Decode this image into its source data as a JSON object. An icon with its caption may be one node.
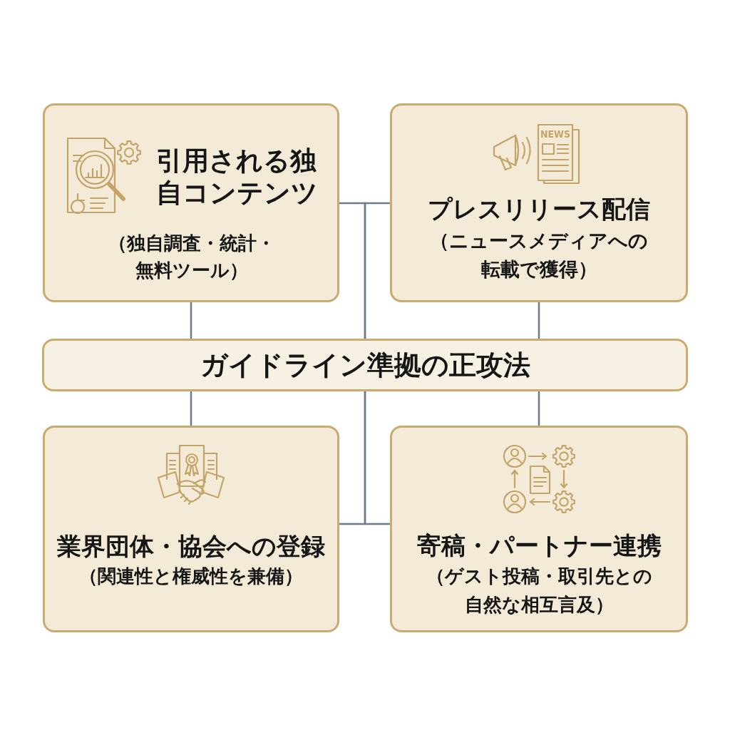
{
  "diagram": {
    "nodes": [
      {
        "text": [
          "引用される独自コンテンツ",
          "（独自調査・統計・無料ツール）"
        ]
      },
      {
        "text": [
          "プレスリリース配信",
          "（ニュースメディアへの転載で獲得）"
        ]
      },
      {
        "text": [
          "ガイドライン準拠の正攻法"
        ]
      },
      {
        "text": [
          "業界団体・協会への登録",
          "（関連性と権威性を兼備）"
        ]
      },
      {
        "text": [
          "寄稿・パートナー連携",
          "（ゲスト投稿・取引先との自然な相互言及）"
        ]
      }
    ],
    "edges": [
      {
        "from": 0,
        "to": 2,
        "arrow": "none"
      },
      {
        "from": 1,
        "to": 2,
        "arrow": "none"
      },
      {
        "from": 2,
        "to": 3,
        "arrow": "none"
      },
      {
        "from": 2,
        "to": 4,
        "arrow": "none"
      },
      {
        "from": 0,
        "to": 2,
        "arrow": "none"
      },
      {
        "from": 1,
        "to": 2,
        "arrow": "none"
      },
      {
        "from": 2,
        "to": 3,
        "arrow": "none"
      },
      {
        "from": 2,
        "to": 4,
        "arrow": "none"
      }
    ],
    "labels": [
      "NEWS"
    ]
  }
}
